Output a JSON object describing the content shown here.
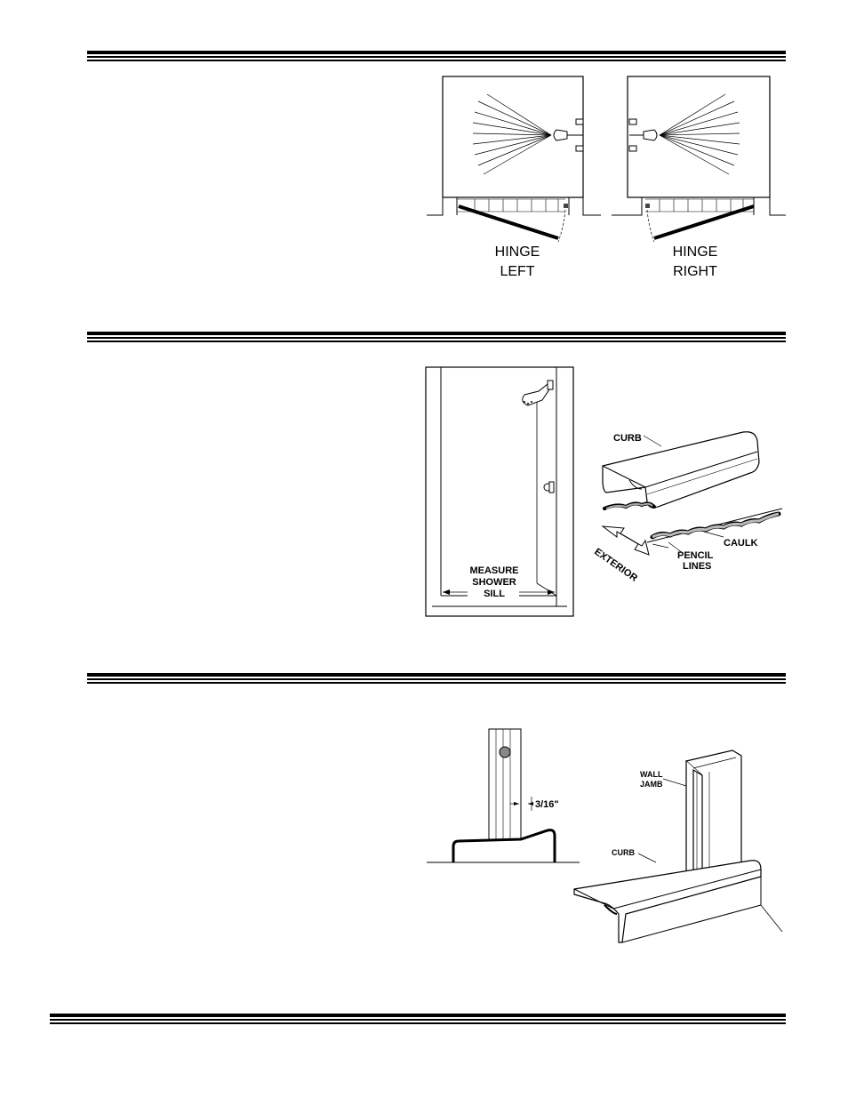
{
  "figures": {
    "hinge": {
      "left_line1": "HINGE",
      "left_line2": "LEFT",
      "right_line1": "HINGE",
      "right_line2": "RIGHT"
    },
    "measure": {
      "line1": "MEASURE",
      "line2": "SHOWER",
      "line3": "SILL"
    },
    "curb_caulk": {
      "curb": "CURB",
      "caulk": "CAULK",
      "pencil_line1": "PENCIL",
      "pencil_line2": "LINES",
      "exterior": "EXTERIOR"
    },
    "jamb_gap": {
      "gap": "3/16\""
    },
    "wall_jamb": {
      "wall_line1": "WALL",
      "wall_line2": "JAMB",
      "curb": "CURB"
    }
  }
}
